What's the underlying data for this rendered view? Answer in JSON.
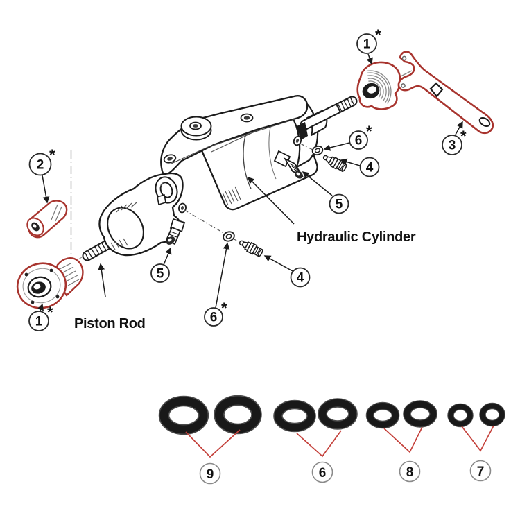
{
  "labels": {
    "piston_rod": "Piston Rod",
    "hydraulic_cylinder": "Hydraulic Cylinder"
  },
  "asterisk_symbol": "*",
  "callouts": {
    "top_cap": {
      "number": "1",
      "starred": true
    },
    "wrench": {
      "number": "3",
      "starred": true
    },
    "washer_top": {
      "number": "6",
      "starred": true
    },
    "bleed_top": {
      "number": "4",
      "starred": false
    },
    "port_top": {
      "number": "5",
      "starred": false
    },
    "bushing": {
      "number": "2",
      "starred": true
    },
    "flange_cap": {
      "number": "1",
      "starred": true
    },
    "port_bottom": {
      "number": "5",
      "starred": false
    },
    "washer_bottom": {
      "number": "6",
      "starred": true
    },
    "bleed_bottom": {
      "number": "4",
      "starred": false
    }
  },
  "oring_groups": [
    {
      "number": "9",
      "count": 2
    },
    {
      "number": "6",
      "count": 2
    },
    {
      "number": "8",
      "count": 2
    },
    {
      "number": "7",
      "count": 2
    }
  ],
  "colors": {
    "highlight_red": "#a8342e",
    "leader_red": "#c4403a",
    "line": "#1b1b1b",
    "background": "#ffffff"
  }
}
